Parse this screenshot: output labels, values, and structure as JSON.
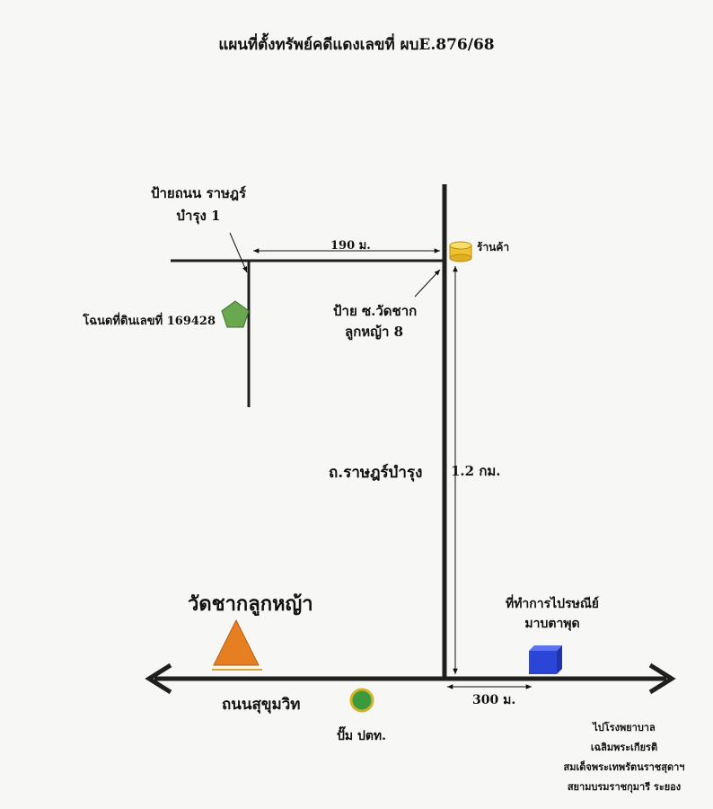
{
  "title": "แผนที่ตั้งทรัพย์คดีแดงเลขที่ ผบE.876/68",
  "labels": {
    "sign_road_1": "ป้ายถนน ราษฎร์",
    "sign_road_2": "บำรุง 1",
    "distance_190": "190 ม.",
    "shop": "ร้านค้า",
    "title_deed": "โฉนดที่ดินเลขที่ 169428",
    "soi_sign_1": "ป้าย ซ.วัดชาก",
    "soi_sign_2": "ลูกหญ้า 8",
    "main_road": "ถ.ราษฎร์บำรุง",
    "distance_12km": "1.2 กม.",
    "temple": "วัดชากลูกหญ้า",
    "post_office_1": "ที่ทำการไปรษณีย์",
    "post_office_2": "มาบตาพุด",
    "sukhumvit": "ถนนสุขุมวิท",
    "distance_300": "300 ม.",
    "gas_station": "ปั๊ม ปตท.",
    "hospital_1": "ไปโรงพยาบาล",
    "hospital_2": "เฉลิมพระเกียรติ",
    "hospital_3": "สมเด็จพระเทพรัตนราชสุดาฯ",
    "hospital_4": "สยามบรมราชกุมารี ระยอง"
  },
  "colors": {
    "road": "#1f1f1f",
    "pentagon": "#6aa84f",
    "shop_marker": "#f1c232",
    "temple_triangle": "#e67e22",
    "gas_marker": "#3c9a3c",
    "post_box": "#2b45d6"
  },
  "icons": {
    "deed": "pentagon-icon",
    "shop": "cylinder-icon",
    "temple": "triangle-icon",
    "gas": "circle-icon",
    "post": "cube-icon"
  }
}
